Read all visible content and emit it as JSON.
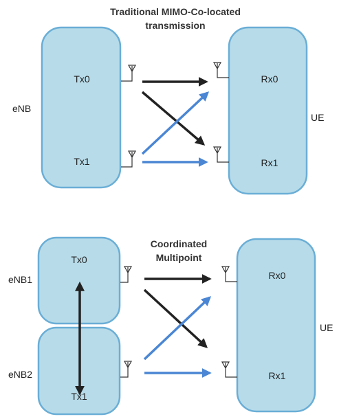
{
  "top": {
    "title_line1": "Traditional MIMO-Co-located",
    "title_line2": "transmission",
    "enb_label": "eNB",
    "tx0": "Tx0",
    "tx1": "Tx1",
    "rx0": "Rx0",
    "rx1": "Rx1",
    "ue_label": "UE"
  },
  "bottom": {
    "title_line1": "Coordinated",
    "title_line2": "Multipoint",
    "enb1_label": "eNB1",
    "enb2_label": "eNB2",
    "tx0": "Tx0",
    "tx1": "Tx1",
    "rx0": "Rx0",
    "rx1": "Rx1",
    "ue_label": "UE"
  },
  "colors": {
    "box_fill": "#b7dbe9",
    "box_stroke": "#6aaed6",
    "arrow_dark": "#222222",
    "arrow_blue": "#4a86d4"
  }
}
